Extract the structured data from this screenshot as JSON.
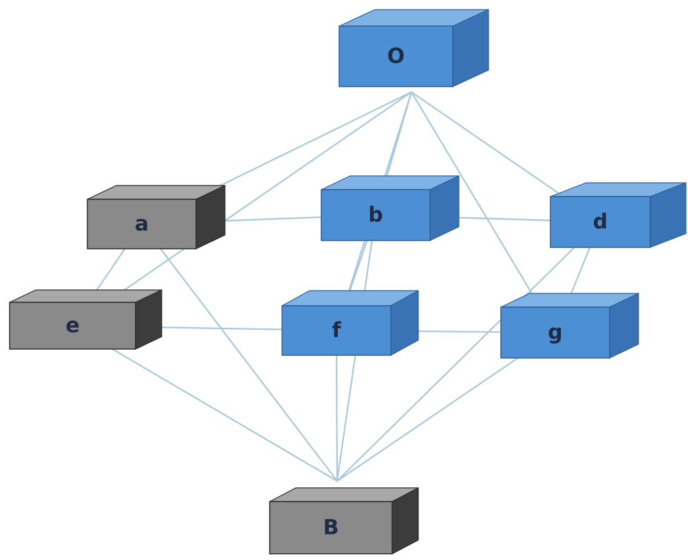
{
  "nodes": [
    {
      "id": "O",
      "label": "O",
      "style": "blue"
    },
    {
      "id": "a",
      "label": "a",
      "style": "gray"
    },
    {
      "id": "b",
      "label": "b",
      "style": "blue"
    },
    {
      "id": "d",
      "label": "d",
      "style": "blue"
    },
    {
      "id": "e",
      "label": "e",
      "style": "gray"
    },
    {
      "id": "f",
      "label": "f",
      "style": "blue"
    },
    {
      "id": "g",
      "label": "g",
      "style": "blue"
    },
    {
      "id": "B",
      "label": "B",
      "style": "gray"
    }
  ],
  "edges": [
    [
      "O",
      "a"
    ],
    [
      "O",
      "b"
    ],
    [
      "O",
      "d"
    ],
    [
      "O",
      "e"
    ],
    [
      "O",
      "f"
    ],
    [
      "O",
      "g"
    ],
    [
      "a",
      "b"
    ],
    [
      "b",
      "d"
    ],
    [
      "e",
      "f"
    ],
    [
      "f",
      "g"
    ],
    [
      "b",
      "f"
    ],
    [
      "a",
      "e"
    ],
    [
      "d",
      "g"
    ],
    [
      "a",
      "B"
    ],
    [
      "e",
      "B"
    ],
    [
      "f",
      "B"
    ],
    [
      "g",
      "B"
    ],
    [
      "b",
      "B"
    ],
    [
      "d",
      "B"
    ]
  ],
  "colors": {
    "blue": {
      "front": "#4d8fd4",
      "top": "#7fb3e6",
      "side": "#3a73b5",
      "stroke": "#2e5f95"
    },
    "gray": {
      "front": "#8a8a8a",
      "top": "#a8a8a8",
      "side": "#3c3c3c",
      "stroke": "#2a2a2a"
    },
    "edge": "#a9c8dc"
  }
}
